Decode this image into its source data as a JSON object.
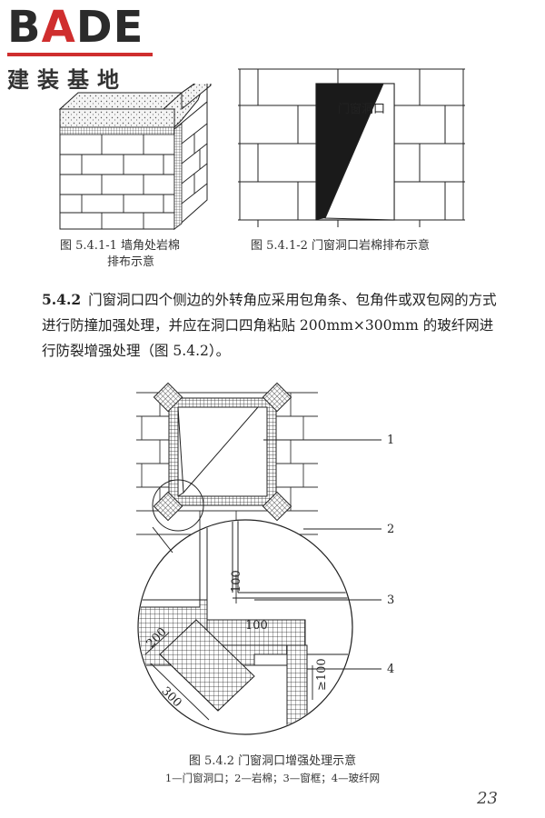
{
  "logo": {
    "word_b": "B",
    "word_a": "A",
    "word_de": "DE",
    "sub": "建装基地"
  },
  "fig1": {
    "caption_line1": "图 5.4.1-1   墙角处岩棉",
    "caption_line2": "排布示意"
  },
  "fig2": {
    "label": "门窗洞口",
    "caption": "图 5.4.1-2   门窗洞口岩棉排布示意"
  },
  "section": {
    "number": "5.4.2",
    "text": "门窗洞口四个侧边的外转角应采用包角条、包角件或双包网的方式进行防撞加强处理，并应在洞口四角粘贴 200mm×300mm 的玻纤网进行防裂增强处理（图 5.4.2）。"
  },
  "fig3": {
    "callouts": [
      "1",
      "2",
      "3",
      "4"
    ],
    "dims": [
      "200",
      "300",
      "100",
      "100",
      "≥100"
    ],
    "caption": "图 5.4.2   门窗洞口增强处理示意",
    "legend": "1—门窗洞口；2—岩棉；3—窗框；4—玻纤网"
  },
  "page": {
    "number": "23"
  }
}
